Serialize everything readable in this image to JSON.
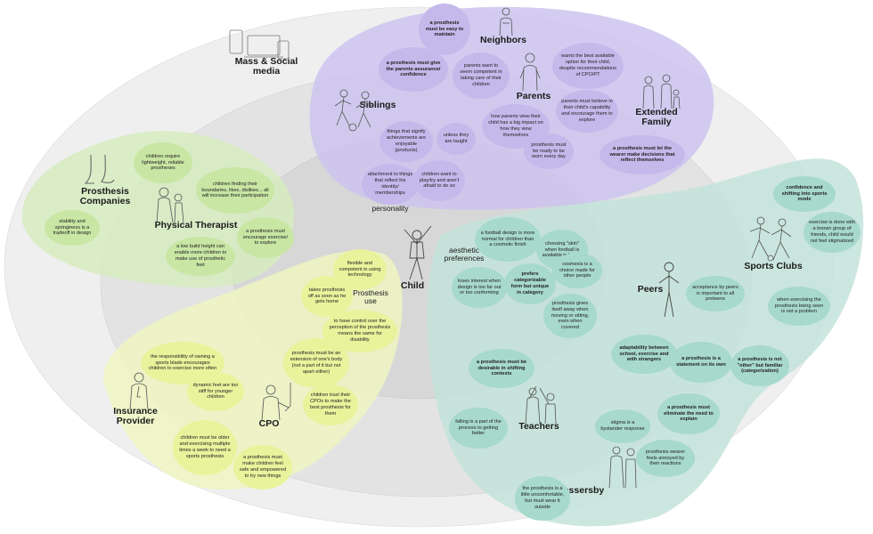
{
  "colors": {
    "purple": "#c5b9ec",
    "purple_region": "#cdc4ee",
    "green": "#c9e6a4",
    "green_region": "#d6ecc0",
    "yellow": "#e9f39c",
    "yellow_region": "#eef5c2",
    "teal": "#a7d9cd",
    "teal_region": "#c3e3da",
    "grey_outer": "#efefef",
    "grey_mid": "#e3e3e3",
    "grey_inner": "#d7d7d7"
  },
  "labels": {
    "mass_media": "Mass & Social media",
    "neighbors": "Neighbors",
    "parents": "Parents",
    "siblings": "Siblings",
    "extended_family": "Extended Family",
    "prosthesis_companies": "Prosthesis Companies",
    "physical_therapist": "Physical Therapist",
    "child": "Child",
    "personality": "personality",
    "aesthetic_preferences": "aesthetic preferences",
    "prosthesis_use": "Prosthesis use",
    "peers": "Peers",
    "sports_clubs": "Sports Clubs",
    "insurance_provider": "Insurance Provider",
    "cpo": "CPO",
    "teachers": "Teachers",
    "passersby": "Passersby"
  },
  "notes": {
    "easy_maintain": "a prosthesis must be easy to maintain",
    "parents_assurance": "a prosthesis must give the parents assurance/ confidence",
    "parents_competent": "parents want to seem competent in taking care of their children",
    "best_option": "wants the best available option for their child, despite recommendations of CPO/PT",
    "believe_capability": "parents must believe in their child's capability and encourage them to explore",
    "parents_view": "how parents view their child has a big impact on how they view themselves",
    "ready_worn": "prosthesis must be ready to be worn every day",
    "wearer_decisions": "a prosthesis must let the wearer make decisions that reflect themselves",
    "signify_achievements": "things that signify achievements are enjoyable (products)",
    "unless_taught": "unless they are taught",
    "attachment": "attachment to things that reflect his identity/ memberships",
    "play_try": "children want to play/try and aren't afraid to do so",
    "lightweight": "children require lightweight, reliable prostheses",
    "boundaries": "children finding their boundaries, likes, dislikes... all will increase their participation",
    "stability": "stability and springiness is a tradeoff in design",
    "encourage_exercise": "a prosthesis must encourage exercise/ to explore",
    "low_build": "a low build height can enable more children to make use of prosthetic feet",
    "flexible_competent": "flexible and competent in using technology",
    "takes_off": "takes prosthesis off as soon as he gets home",
    "control_perception": "to have control over the perception of the prosthesis means the same for disability",
    "extension_body": "prosthesis must be an extension of one's body (not a part of it but not apart either)",
    "trust_cpo": "children trust their CPOs to make the best prosthesis for them",
    "sports_blade": "the responsibility of owning a sports blade encourages children to exercise more often",
    "dynamic_feet": "dynamic feet are too stiff for younger children",
    "older_exercising": "children must be older and exercising multiple times a week to need a sports prosthesis",
    "feel_safe": "a prosthesis must make children feel safe and empowered to try new things",
    "football_design": "a football design is more normal for children than a cosmetic finish",
    "skin_boring": "choosing \"skin\" when football is available is boring",
    "loses_interest": "loses interest when design is too far out or too conforming",
    "categorizable": "prefers categorizable form but unique in category",
    "cosmesis": "cosmesis is a choice made for other people",
    "gives_itself_away": "prosthesis gives itself away when moving or sitting, even when covered",
    "confidence_sports": "confidence and shifting into sports mode",
    "known_group": "exercise is done with a known group of friends, child would not feel stigmatized",
    "acceptance_peers": "acceptance by peers is important to all preteens",
    "seen_not_problem": "when exercising the prosthesis being seen is not a problem",
    "adaptability": "adaptability between school, exercise and with strangers",
    "statement": "a prosthesis is a statement on its own",
    "not_other": "a prosthesis is not \"other\" but familiar (categorization)",
    "desirable_contexts": "a prosthesis must be desirable in shifting contexts",
    "eliminate_explain": "a prosthesis must eliminate the need to explain",
    "falling": "falling is a part of the process to getting better",
    "bystander": "stigma is a bystander response",
    "annoyed": "prosthesis wearer feels annoyed by their reactions",
    "uncomfortable": "the prosthesis is a little uncomfortable, but must wear it outside"
  }
}
